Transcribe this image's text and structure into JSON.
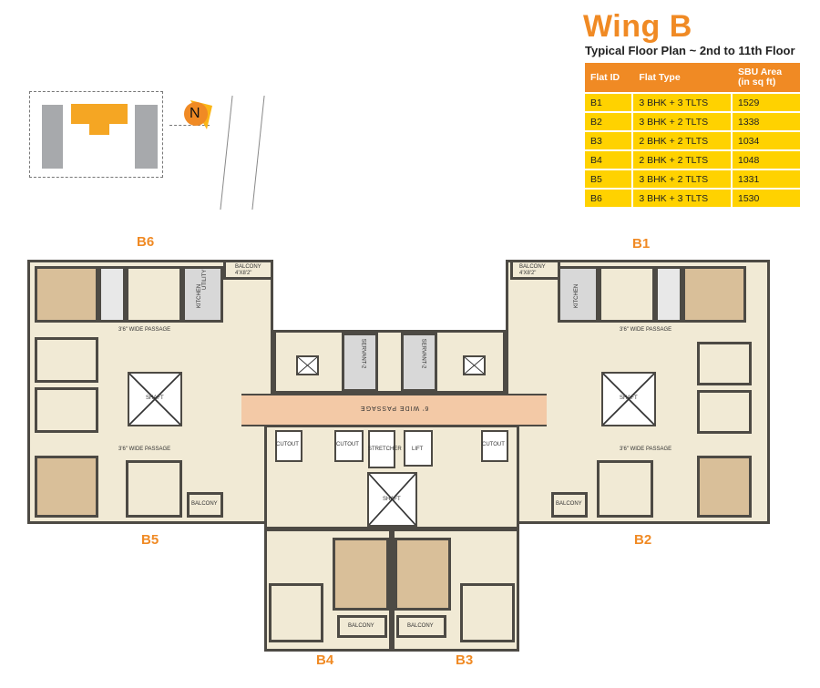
{
  "title": "Wing B",
  "subtitle": "Typical Floor Plan ~ 2nd to 11th Floor",
  "table": {
    "headers": [
      "Flat ID",
      "Flat Type",
      "SBU Area (in sq ft)"
    ],
    "rows": [
      [
        "B1",
        "3 BHK + 3 TLTS",
        "1529"
      ],
      [
        "B2",
        "3 BHK + 2 TLTS",
        "1338"
      ],
      [
        "B3",
        "2 BHK + 2 TLTS",
        "1034"
      ],
      [
        "B4",
        "2 BHK + 2 TLTS",
        "1048"
      ],
      [
        "B5",
        "3 BHK + 2 TLTS",
        "1331"
      ],
      [
        "B6",
        "3 BHK + 3 TLTS",
        "1530"
      ]
    ]
  },
  "key_plan": {
    "north": "N"
  },
  "flats": {
    "b1": "B1",
    "b2": "B2",
    "b3": "B3",
    "b4": "B4",
    "b5": "B5",
    "b6": "B6"
  },
  "plan_labels": {
    "passage": "6' WIDE PASSAGE",
    "shaft": "SHAFT",
    "lift": "LIFT",
    "stretcher": "STRETCHER",
    "cutout": "CUTOUT",
    "servant": "SERVANT-2",
    "balcony": "BALCONY",
    "balcony_size": "4'X8'2\"",
    "kitchen": "KITCHEN",
    "utility": "UTILITY",
    "wide_passage": "3'6\" WIDE PASSAGE"
  },
  "colors": {
    "accent": "#f08a24",
    "table_row": "#ffd200"
  }
}
